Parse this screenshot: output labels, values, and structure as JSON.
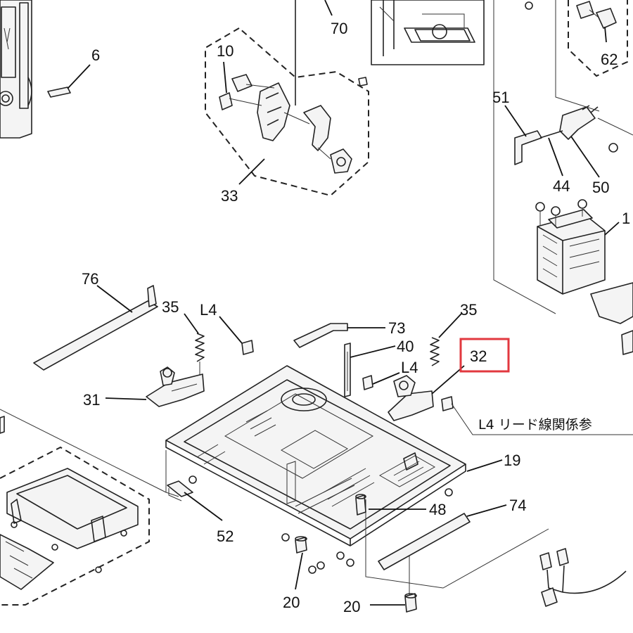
{
  "diagram": {
    "labels": {
      "p70": "70",
      "p6": "6",
      "p10": "10",
      "p33": "33",
      "p62": "62",
      "p51": "51",
      "p44": "44",
      "p50": "50",
      "p1": "1",
      "p76": "76",
      "p35a": "35",
      "pL4a": "L4",
      "p73": "73",
      "p40": "40",
      "pL4b": "L4",
      "p35b": "35",
      "p32": "32",
      "p31": "31",
      "pL4note": "L4 リード線関係参",
      "p19": "19",
      "p48": "48",
      "p74": "74",
      "p52": "52",
      "p20a": "20",
      "p20b": "20"
    },
    "highlight_label": "32",
    "colors": {
      "line": "#222222",
      "highlight": "#e2383f",
      "background": "#ffffff"
    }
  }
}
